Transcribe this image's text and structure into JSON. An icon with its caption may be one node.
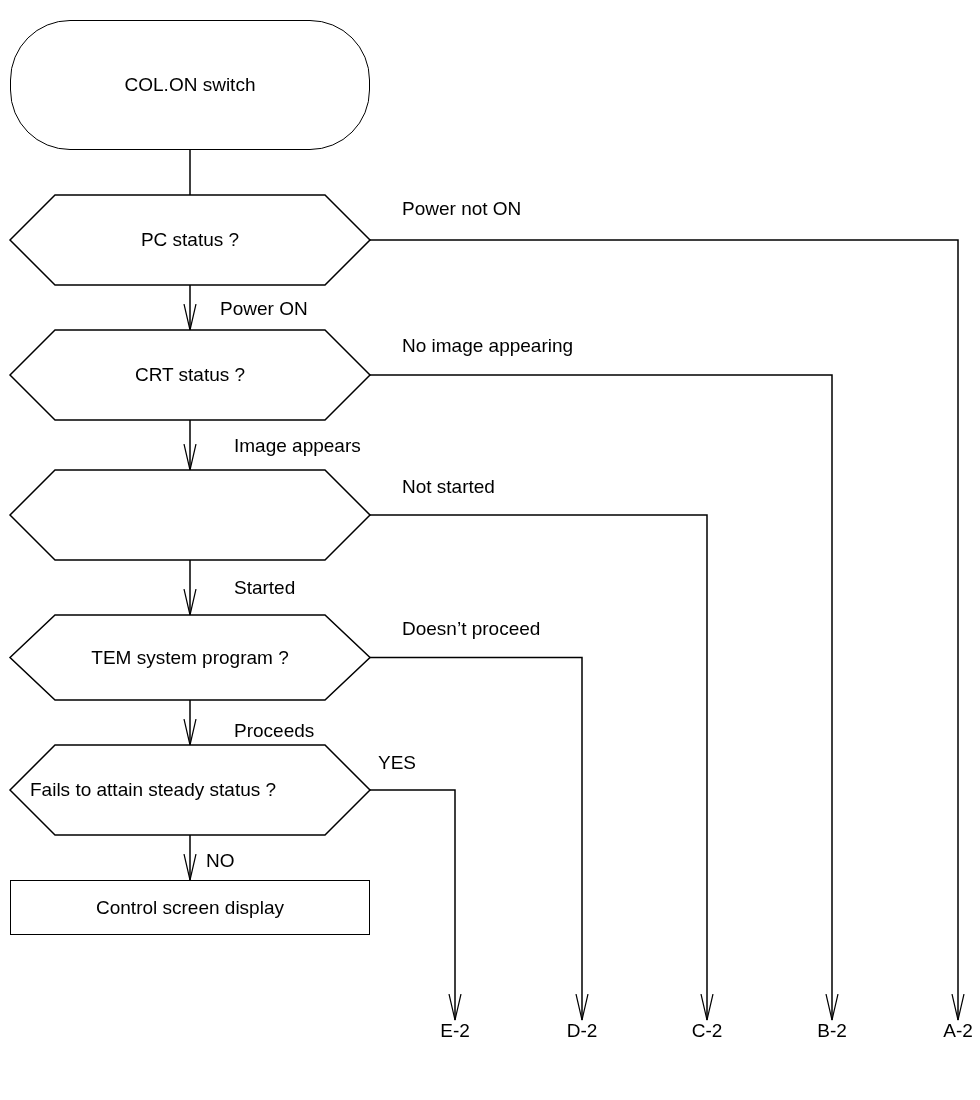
{
  "diagram": {
    "nodes": [
      {
        "text": [
          "COL.ON switch"
        ]
      },
      {
        "text": [
          "PC status ?"
        ]
      },
      {
        "text": [
          "CRT status ?"
        ]
      },
      {
        "text": [],
        "shape": "hexagon"
      },
      {
        "text": [
          "TEM system program ?"
        ]
      },
      {
        "text": [
          "Fails to attain steady status ?"
        ]
      },
      {
        "text": [
          "Control screen display"
        ]
      },
      {
        "text": [
          "E-2"
        ]
      },
      {
        "text": [
          "D-2"
        ]
      },
      {
        "text": [
          "C-2"
        ]
      },
      {
        "text": [
          "B-2"
        ]
      },
      {
        "text": [
          "A-2"
        ]
      }
    ],
    "edges": [
      {
        "from": 0,
        "to": 1,
        "arrow": "none"
      },
      {
        "from": 1,
        "to": 11,
        "arrow": "to",
        "label": "Power not ON"
      },
      {
        "from": 1,
        "to": 2,
        "arrow": "to",
        "label": "Power ON"
      },
      {
        "from": 2,
        "to": 10,
        "arrow": "to",
        "label": "No image appearing"
      },
      {
        "from": 2,
        "to": 3,
        "arrow": "to",
        "label": "Image appears"
      },
      {
        "from": 3,
        "to": 9,
        "arrow": "to",
        "label": "Not started"
      },
      {
        "from": 3,
        "to": 4,
        "arrow": "to",
        "label": "Started"
      },
      {
        "from": 4,
        "to": 8,
        "arrow": "to",
        "label": "Doesn’t proceed"
      },
      {
        "from": 4,
        "to": 5,
        "arrow": "to",
        "label": "Proceeds"
      },
      {
        "from": 5,
        "to": 7,
        "arrow": "to",
        "label": "YES"
      },
      {
        "from": 5,
        "to": 6,
        "arrow": "to",
        "label": "NO"
      }
    ]
  }
}
